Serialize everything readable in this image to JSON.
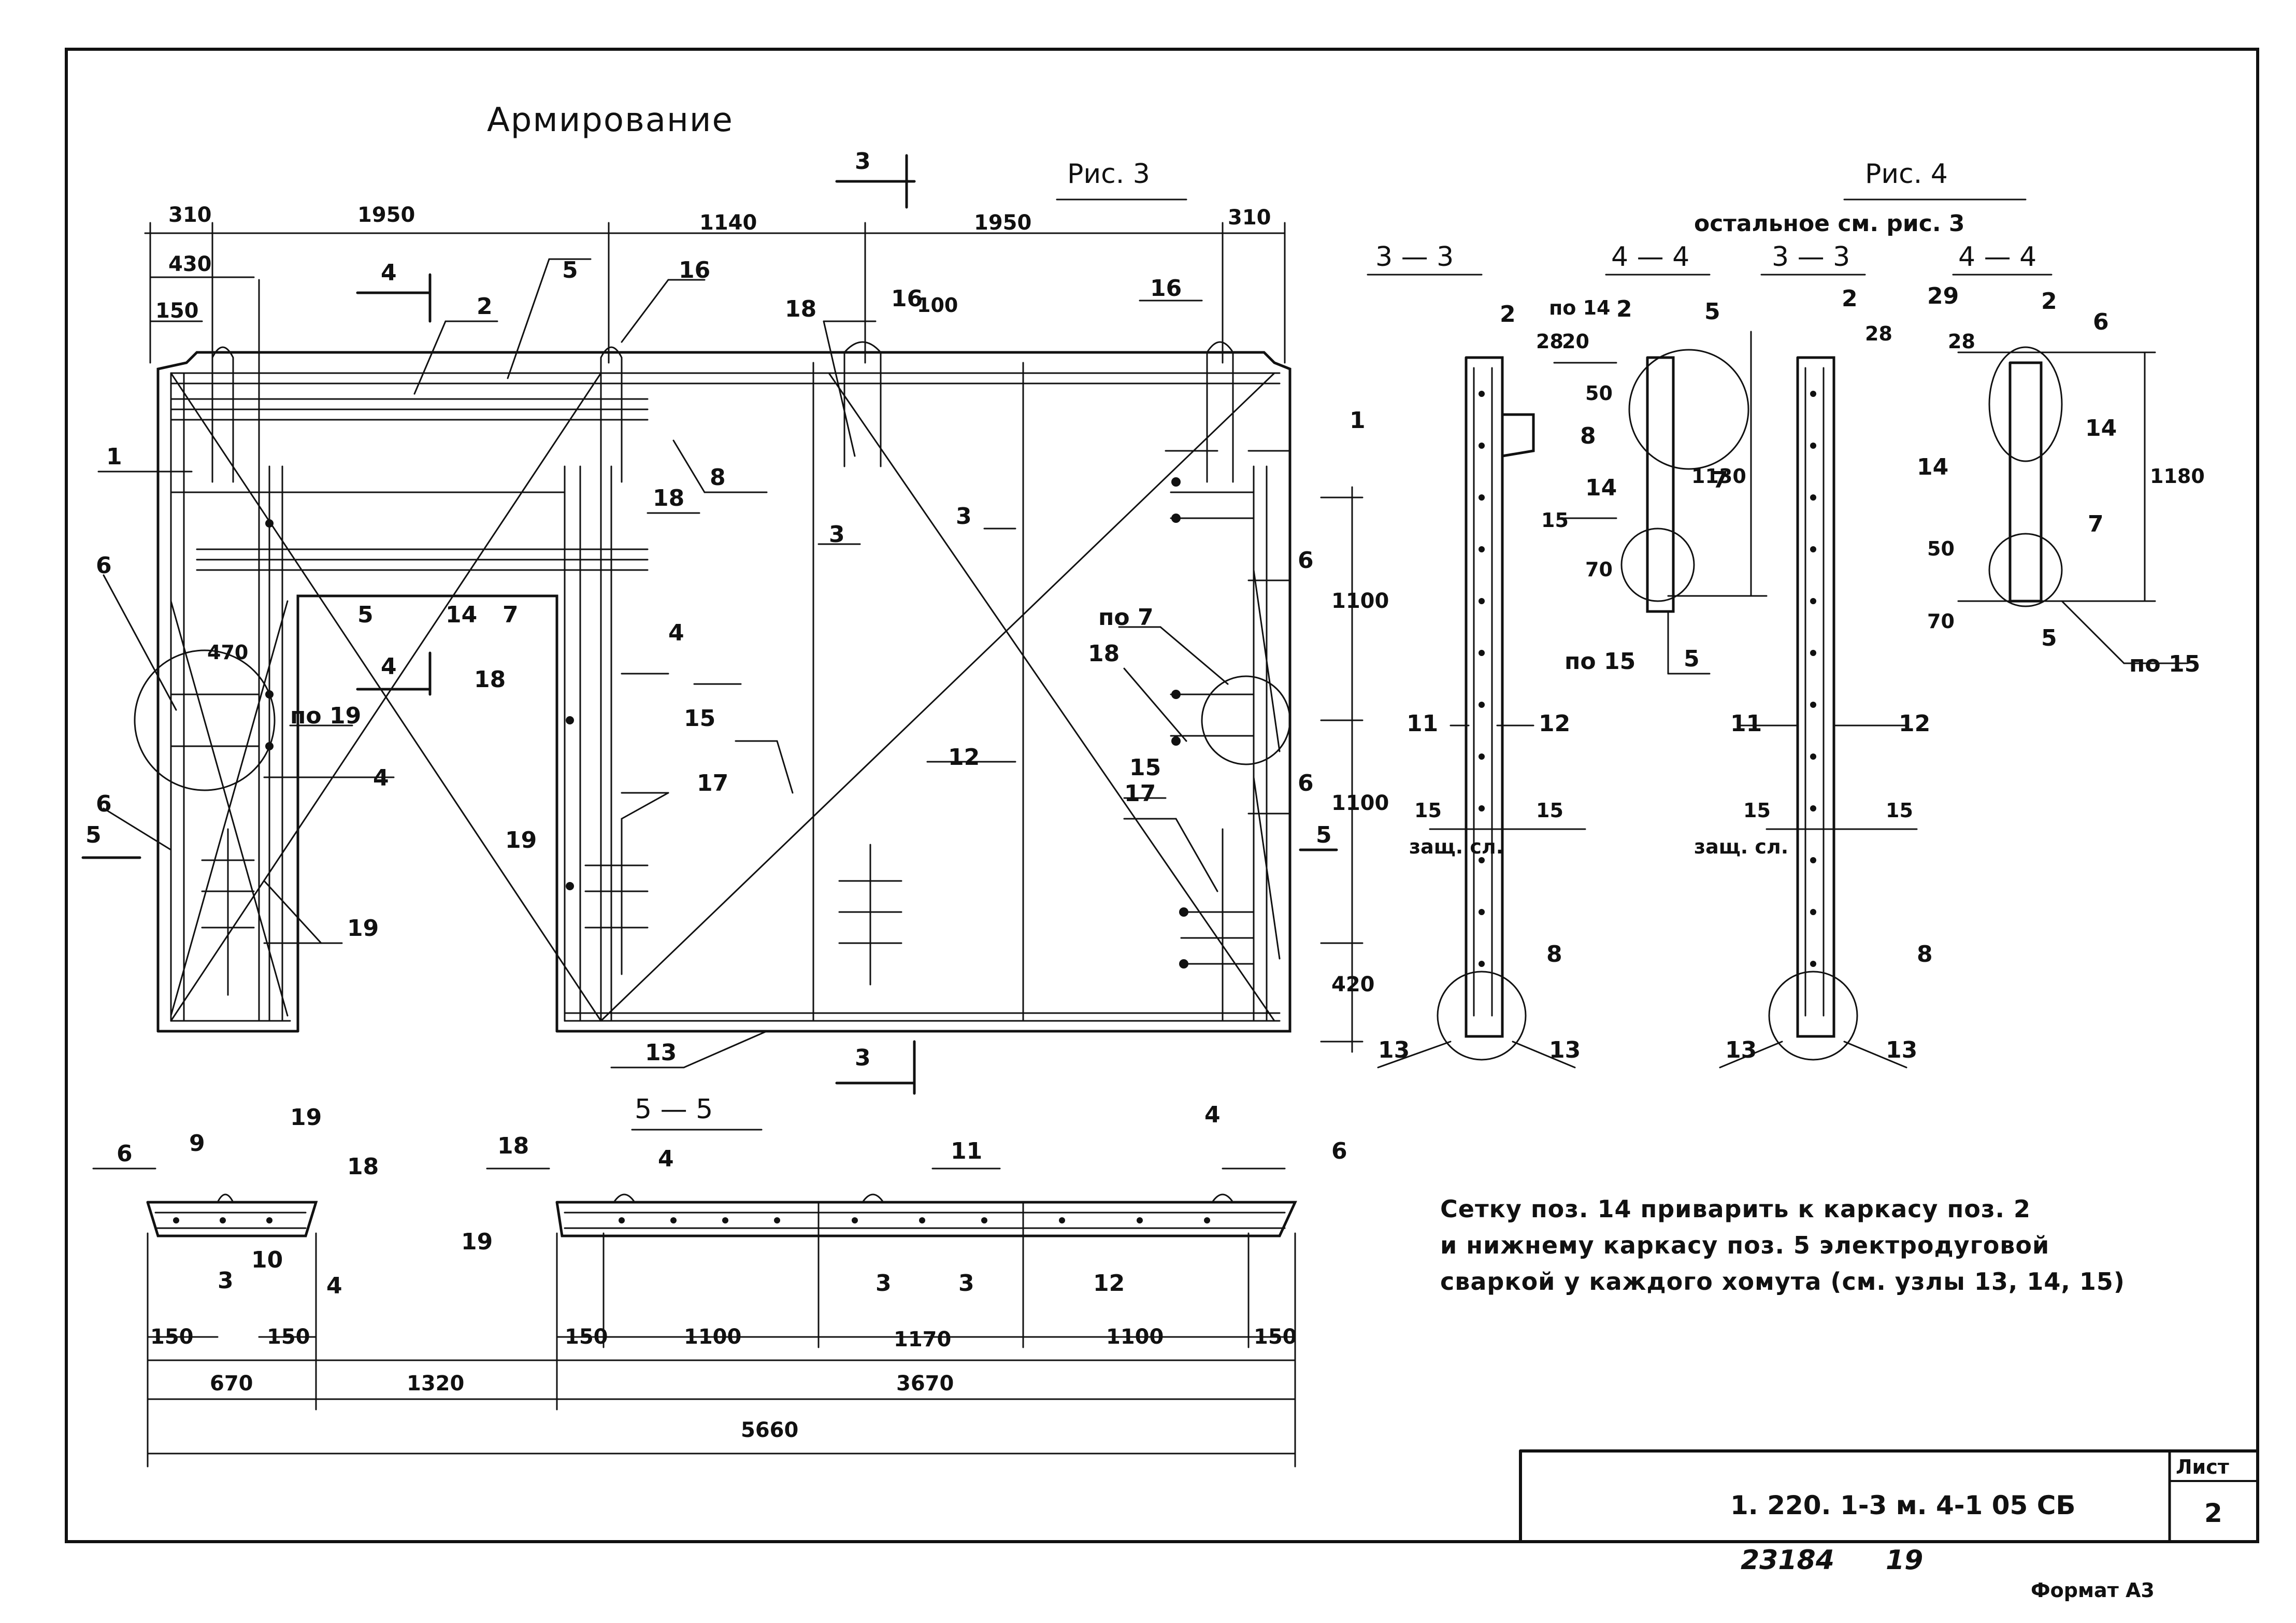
{
  "drawing": {
    "title": "Армирование",
    "fig3_label": "Рис. 3",
    "fig4_label": "Рис. 4",
    "fig4_note": "остальное см. рис. 3"
  },
  "sections": {
    "s33_a": "3 — 3",
    "s44_a": "4 — 4",
    "s33_b": "3 — 3",
    "s44_b": "4 — 4",
    "s55": "5 — 5",
    "mark3": "3",
    "mark4": "4",
    "mark5": "5"
  },
  "dims": {
    "top": [
      "310",
      "1950",
      "1140",
      "1950",
      "310"
    ],
    "d430": "430",
    "d150": "150",
    "d100": "100",
    "d470": "470",
    "right": [
      "1100",
      "1100",
      "420"
    ],
    "bottom_left": [
      "150",
      "150",
      "670",
      "1320"
    ],
    "bottom_right": [
      "150",
      "1100",
      "1170",
      "1100",
      "150",
      "3670"
    ],
    "total": "5660",
    "sec_28": "28",
    "sec_20": "20",
    "sec_50": "50",
    "sec_70": "70",
    "sec_1130": "1130",
    "sec_1180": "1180",
    "sec_15": "15",
    "zashch": "защ. сл."
  },
  "positions": {
    "p1": "1",
    "p2": "2",
    "p3": "3",
    "p4": "4",
    "p5": "5",
    "p6": "6",
    "p7": "7",
    "p8": "8",
    "p9": "9",
    "p10": "10",
    "p11": "11",
    "p12": "12",
    "p13": "13",
    "p14": "14",
    "p15": "15",
    "p16": "16",
    "p17": "17",
    "p18": "18",
    "p19": "19",
    "p29": "29",
    "po14": "по 14",
    "po19": "по 19",
    "po7": "по 7",
    "po15": "по 15"
  },
  "note": {
    "line1": "Сетку поз. 14 приварить к каркасу поз. 2",
    "line2": "и нижнему каркасу поз. 5 электродуговой",
    "line3": "сваркой у каждого хомута (см. узлы 13, 14, 15)"
  },
  "stamp": {
    "code": "1. 220. 1-3 м. 4-1 05 СБ",
    "sheet_label": "Лист",
    "sheet_no": "2"
  },
  "footer": {
    "inventory": "23184",
    "inventory2": "19",
    "format": "Формат А3"
  }
}
